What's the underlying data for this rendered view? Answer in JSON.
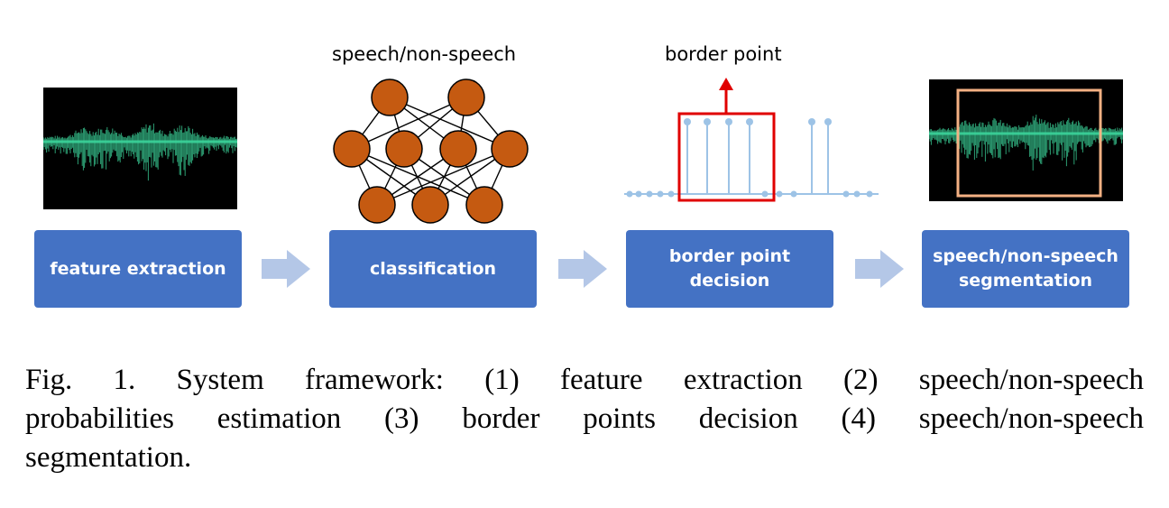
{
  "diagram": {
    "classification_output_label": "speech/non-speech",
    "border_point_label": "border point",
    "steps": [
      {
        "lines": [
          "feature extraction"
        ]
      },
      {
        "lines": [
          "classification"
        ]
      },
      {
        "lines": [
          "border point",
          "decision"
        ]
      },
      {
        "lines": [
          "speech/non-speech",
          "segmentation"
        ]
      }
    ],
    "colors": {
      "box_fill": "#4472c4",
      "arrow_fill": "#b4c7e7",
      "neuron_fill": "#c55a11",
      "waveform": "#3bd49a",
      "highlight_box": "#e00000",
      "segment_box": "#f4b183"
    }
  },
  "caption": {
    "lines": [
      "Fig. 1. System framework: (1) feature extraction (2) speech/non-speech",
      "probabilities estimation (3) border points decision (4) speech/non-speech",
      "segmentation."
    ]
  }
}
